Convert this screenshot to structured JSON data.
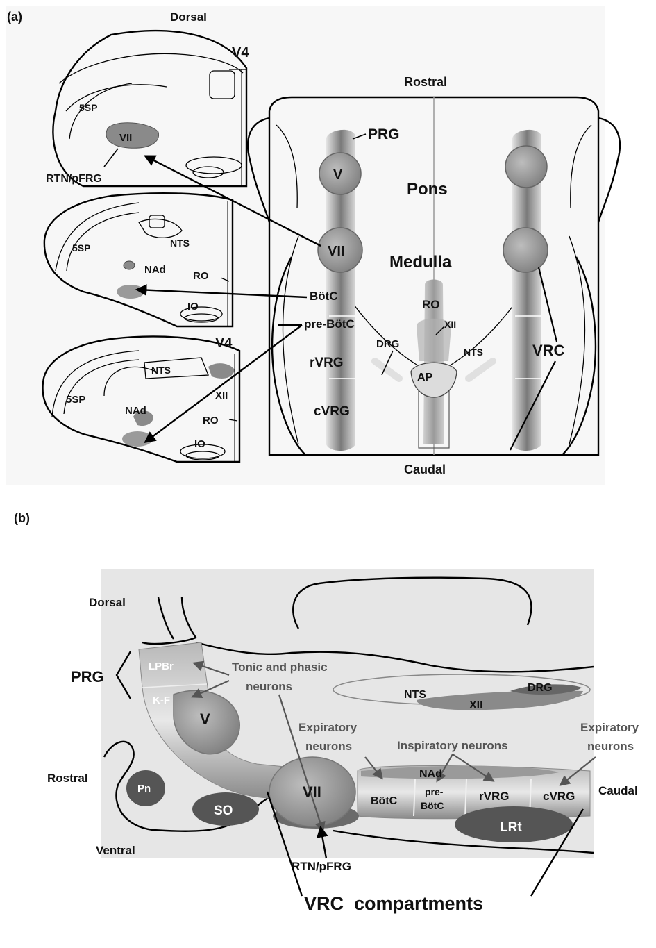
{
  "panel_a": {
    "tag": "(a)",
    "orient": {
      "dorsal": "Dorsal",
      "rostral": "Rostral",
      "caudal": "Caudal"
    },
    "section1": {
      "v4": "V4",
      "sp5": "5SP",
      "vii": "VII",
      "rtn": "RTN/pFRG"
    },
    "section2": {
      "sp5": "5SP",
      "nts": "NTS",
      "nad": "NAd",
      "ro": "RO",
      "io": "IO"
    },
    "section3": {
      "v4": "V4",
      "nts": "NTS",
      "sp5": "5SP",
      "xii": "XII",
      "nad": "NAd",
      "ro": "RO",
      "io": "IO"
    },
    "brainstem": {
      "prg": "PRG",
      "v": "V",
      "pons": "Pons",
      "vii": "VII",
      "medulla": "Medulla",
      "botc": "BötC",
      "prebotc": "pre-BötC",
      "ro": "RO",
      "xii": "XII",
      "nts": "NTS",
      "drg": "DRG",
      "rvrg": "rVRG",
      "ap": "AP",
      "cvrg": "cVRG",
      "vrc": "VRC"
    }
  },
  "panel_b": {
    "tag": "(b)",
    "dorsal": "Dorsal",
    "rostral": "Rostral",
    "ventral": "Ventral",
    "caudal": "Caudal",
    "prg": "PRG",
    "lpbr": "LPBr",
    "kf": "K-F",
    "v": "V",
    "tonic1": "Tonic and phasic",
    "tonic2": "neurons",
    "nts": "NTS",
    "drg": "DRG",
    "xii": "XII",
    "exp_left1": "Expiratory",
    "exp_left2": "neurons",
    "insp": "Inspiratory neurons",
    "exp_right1": "Expiratory",
    "exp_right2": "neurons",
    "pn": "Pn",
    "so": "SO",
    "vii": "VII",
    "nad": "NAd",
    "botc": "BötC",
    "prebotc1": "pre-",
    "prebotc2": "BötC",
    "rvrg": "rVRG",
    "cvrg": "cVRG",
    "lrt": "LRt",
    "rtn": "RTN/pFRG",
    "vrc_comp": "VRC  compartments"
  }
}
